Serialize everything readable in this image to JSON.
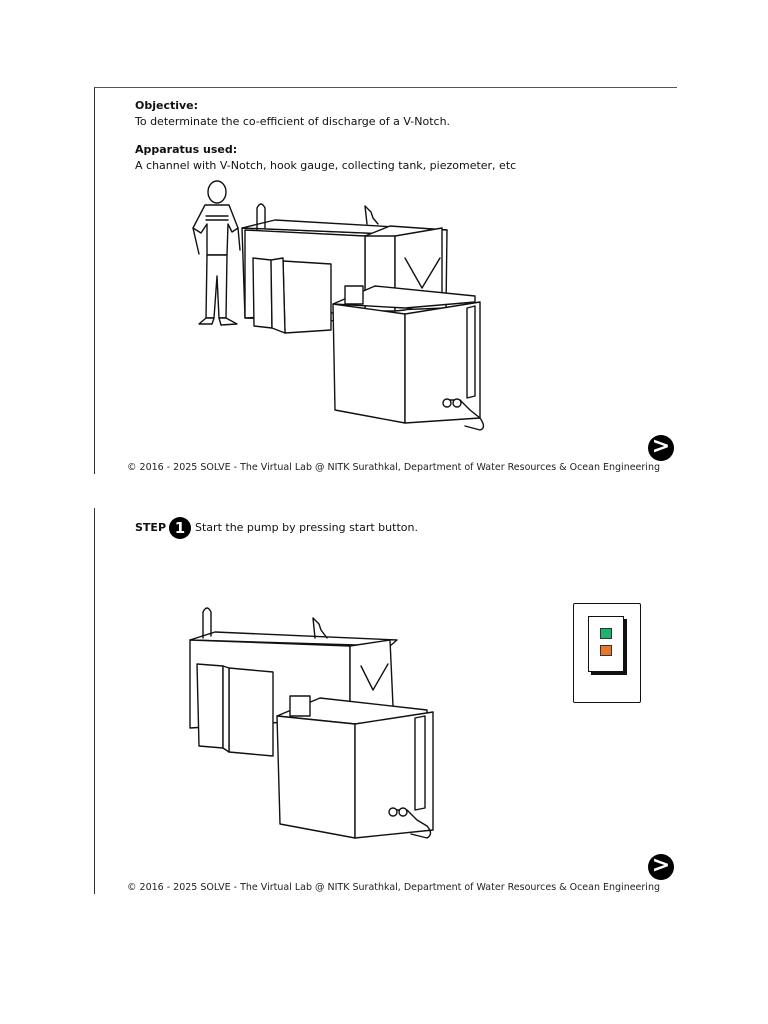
{
  "panel1": {
    "objective_heading": "Objective:",
    "objective_text": "To determinate the co-efficient of discharge of a V-Notch.",
    "apparatus_heading": "Apparatus used:",
    "apparatus_text": "A channel with V-Notch, hook gauge, collecting tank, piezometer, etc",
    "footer": "© 2016 - 2025 SOLVE - The Virtual Lab @ NITK Surathkal, Department of Water Resources & Ocean Engineering",
    "next_icon": "next-arrow-icon",
    "next_glyph": ">"
  },
  "panel2": {
    "step_label": "STEP",
    "step_number": "1",
    "step_text": "Start the pump by pressing start button.",
    "footer": "© 2016 - 2025 SOLVE - The Virtual Lab @ NITK Surathkal, Department of Water Resources & Ocean Engineering",
    "next_icon": "next-arrow-icon",
    "next_glyph": ">",
    "switch": {
      "start_color": "#1db36b",
      "stop_color": "#e8772e"
    }
  }
}
